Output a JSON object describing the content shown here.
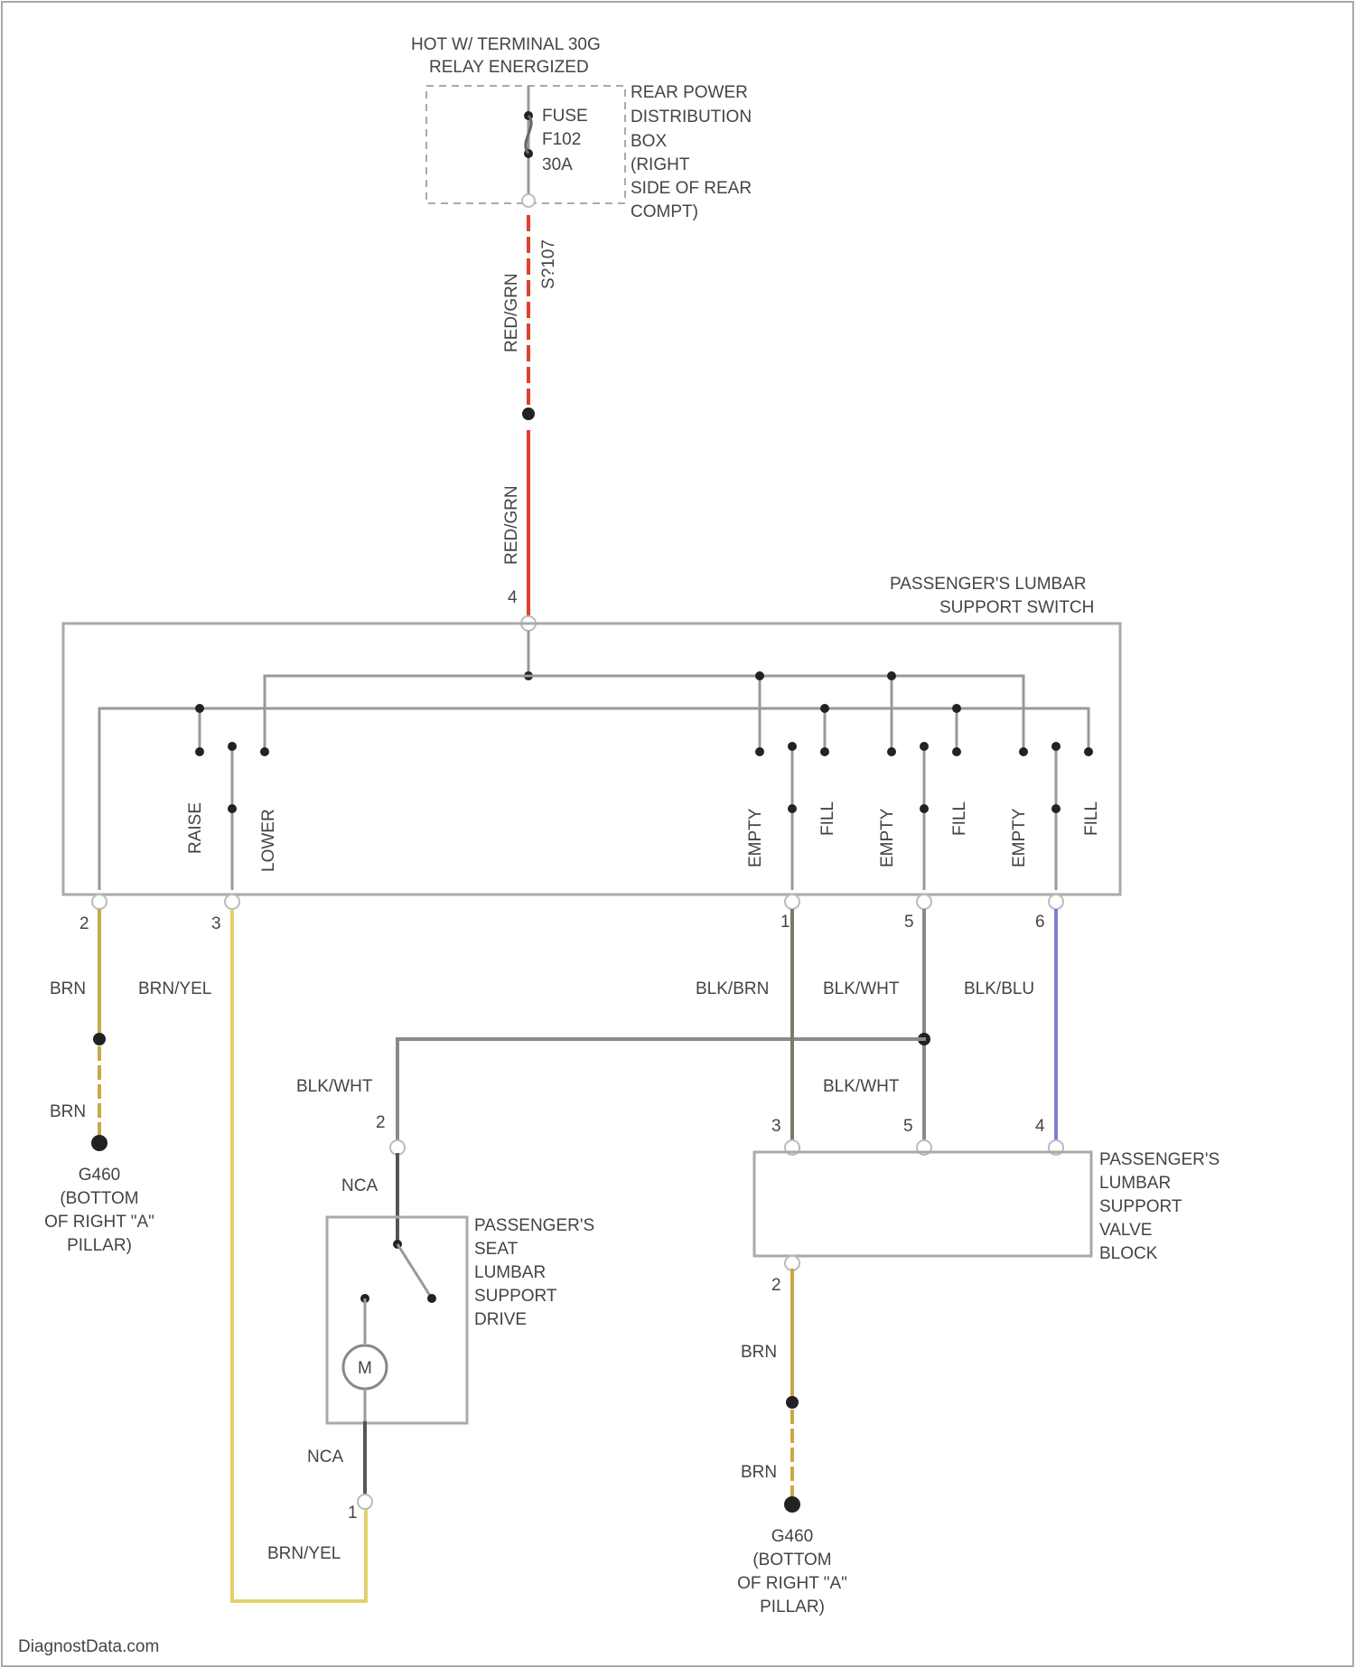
{
  "colors": {
    "red": "#e0402f",
    "red_white_dash": "#e0402f",
    "brown": "#c8a94a",
    "brown_yellow": "#e3d16a",
    "black_white": "#8a8a8a",
    "black_brown": "#7a7a6e",
    "black_blue": "#7d7fd8",
    "nca": "#555555",
    "frame": "#aaaaaa"
  },
  "fuse_block": {
    "header_line1": "HOT W/ TERMINAL 30G",
    "header_line2": "RELAY ENERGIZED",
    "fuse_lines": [
      "FUSE",
      "F102",
      "30A"
    ],
    "location_lines": [
      "REAR POWER",
      "DISTRIBUTION",
      "BOX",
      "(RIGHT",
      "SIDE OF REAR",
      "COMPT)"
    ],
    "splice_label": "S?107"
  },
  "switch": {
    "name_line1": "PASSENGER'S LUMBAR",
    "name_line2": "SUPPORT SWITCH",
    "input_pin": "4",
    "contact_labels": [
      "RAISE",
      "LOWER",
      "EMPTY",
      "FILL",
      "EMPTY",
      "FILL",
      "EMPTY",
      "FILL"
    ],
    "pins": [
      "2",
      "3",
      "1",
      "5",
      "6"
    ]
  },
  "wires": {
    "red_top": "RED/GRN",
    "red_bottom": "RED/GRN",
    "brn_1": "BRN",
    "brn_2": "BRN",
    "brn_yel_1": "BRN/YEL",
    "brn_yel_2": "BRN/YEL",
    "blk_brn": "BLK/BRN",
    "blk_wht_1": "BLK/WHT",
    "blk_blu": "BLK/BLU",
    "blk_wht_2": "BLK/WHT",
    "blk_wht_3": "BLK/WHT",
    "nca_1": "NCA",
    "nca_2": "NCA",
    "brn_3": "BRN",
    "brn_4": "BRN"
  },
  "grounds": {
    "left": [
      "G460",
      "(BOTTOM",
      "OF RIGHT \"A\"",
      "PILLAR)"
    ],
    "right": [
      "G460",
      "(BOTTOM",
      "OF RIGHT \"A\"",
      "PILLAR)"
    ]
  },
  "drive": {
    "name_lines": [
      "PASSENGER'S",
      "SEAT",
      "LUMBAR",
      "SUPPORT",
      "DRIVE"
    ],
    "top_pin": "2",
    "bottom_pin": "1",
    "motor": "M"
  },
  "valve_block": {
    "name_lines": [
      "PASSENGER'S",
      "LUMBAR",
      "SUPPORT",
      "VALVE",
      "BLOCK"
    ],
    "pins": [
      "3",
      "5",
      "4"
    ],
    "bottom_pin": "2"
  },
  "footer": "DiagnostData.com"
}
